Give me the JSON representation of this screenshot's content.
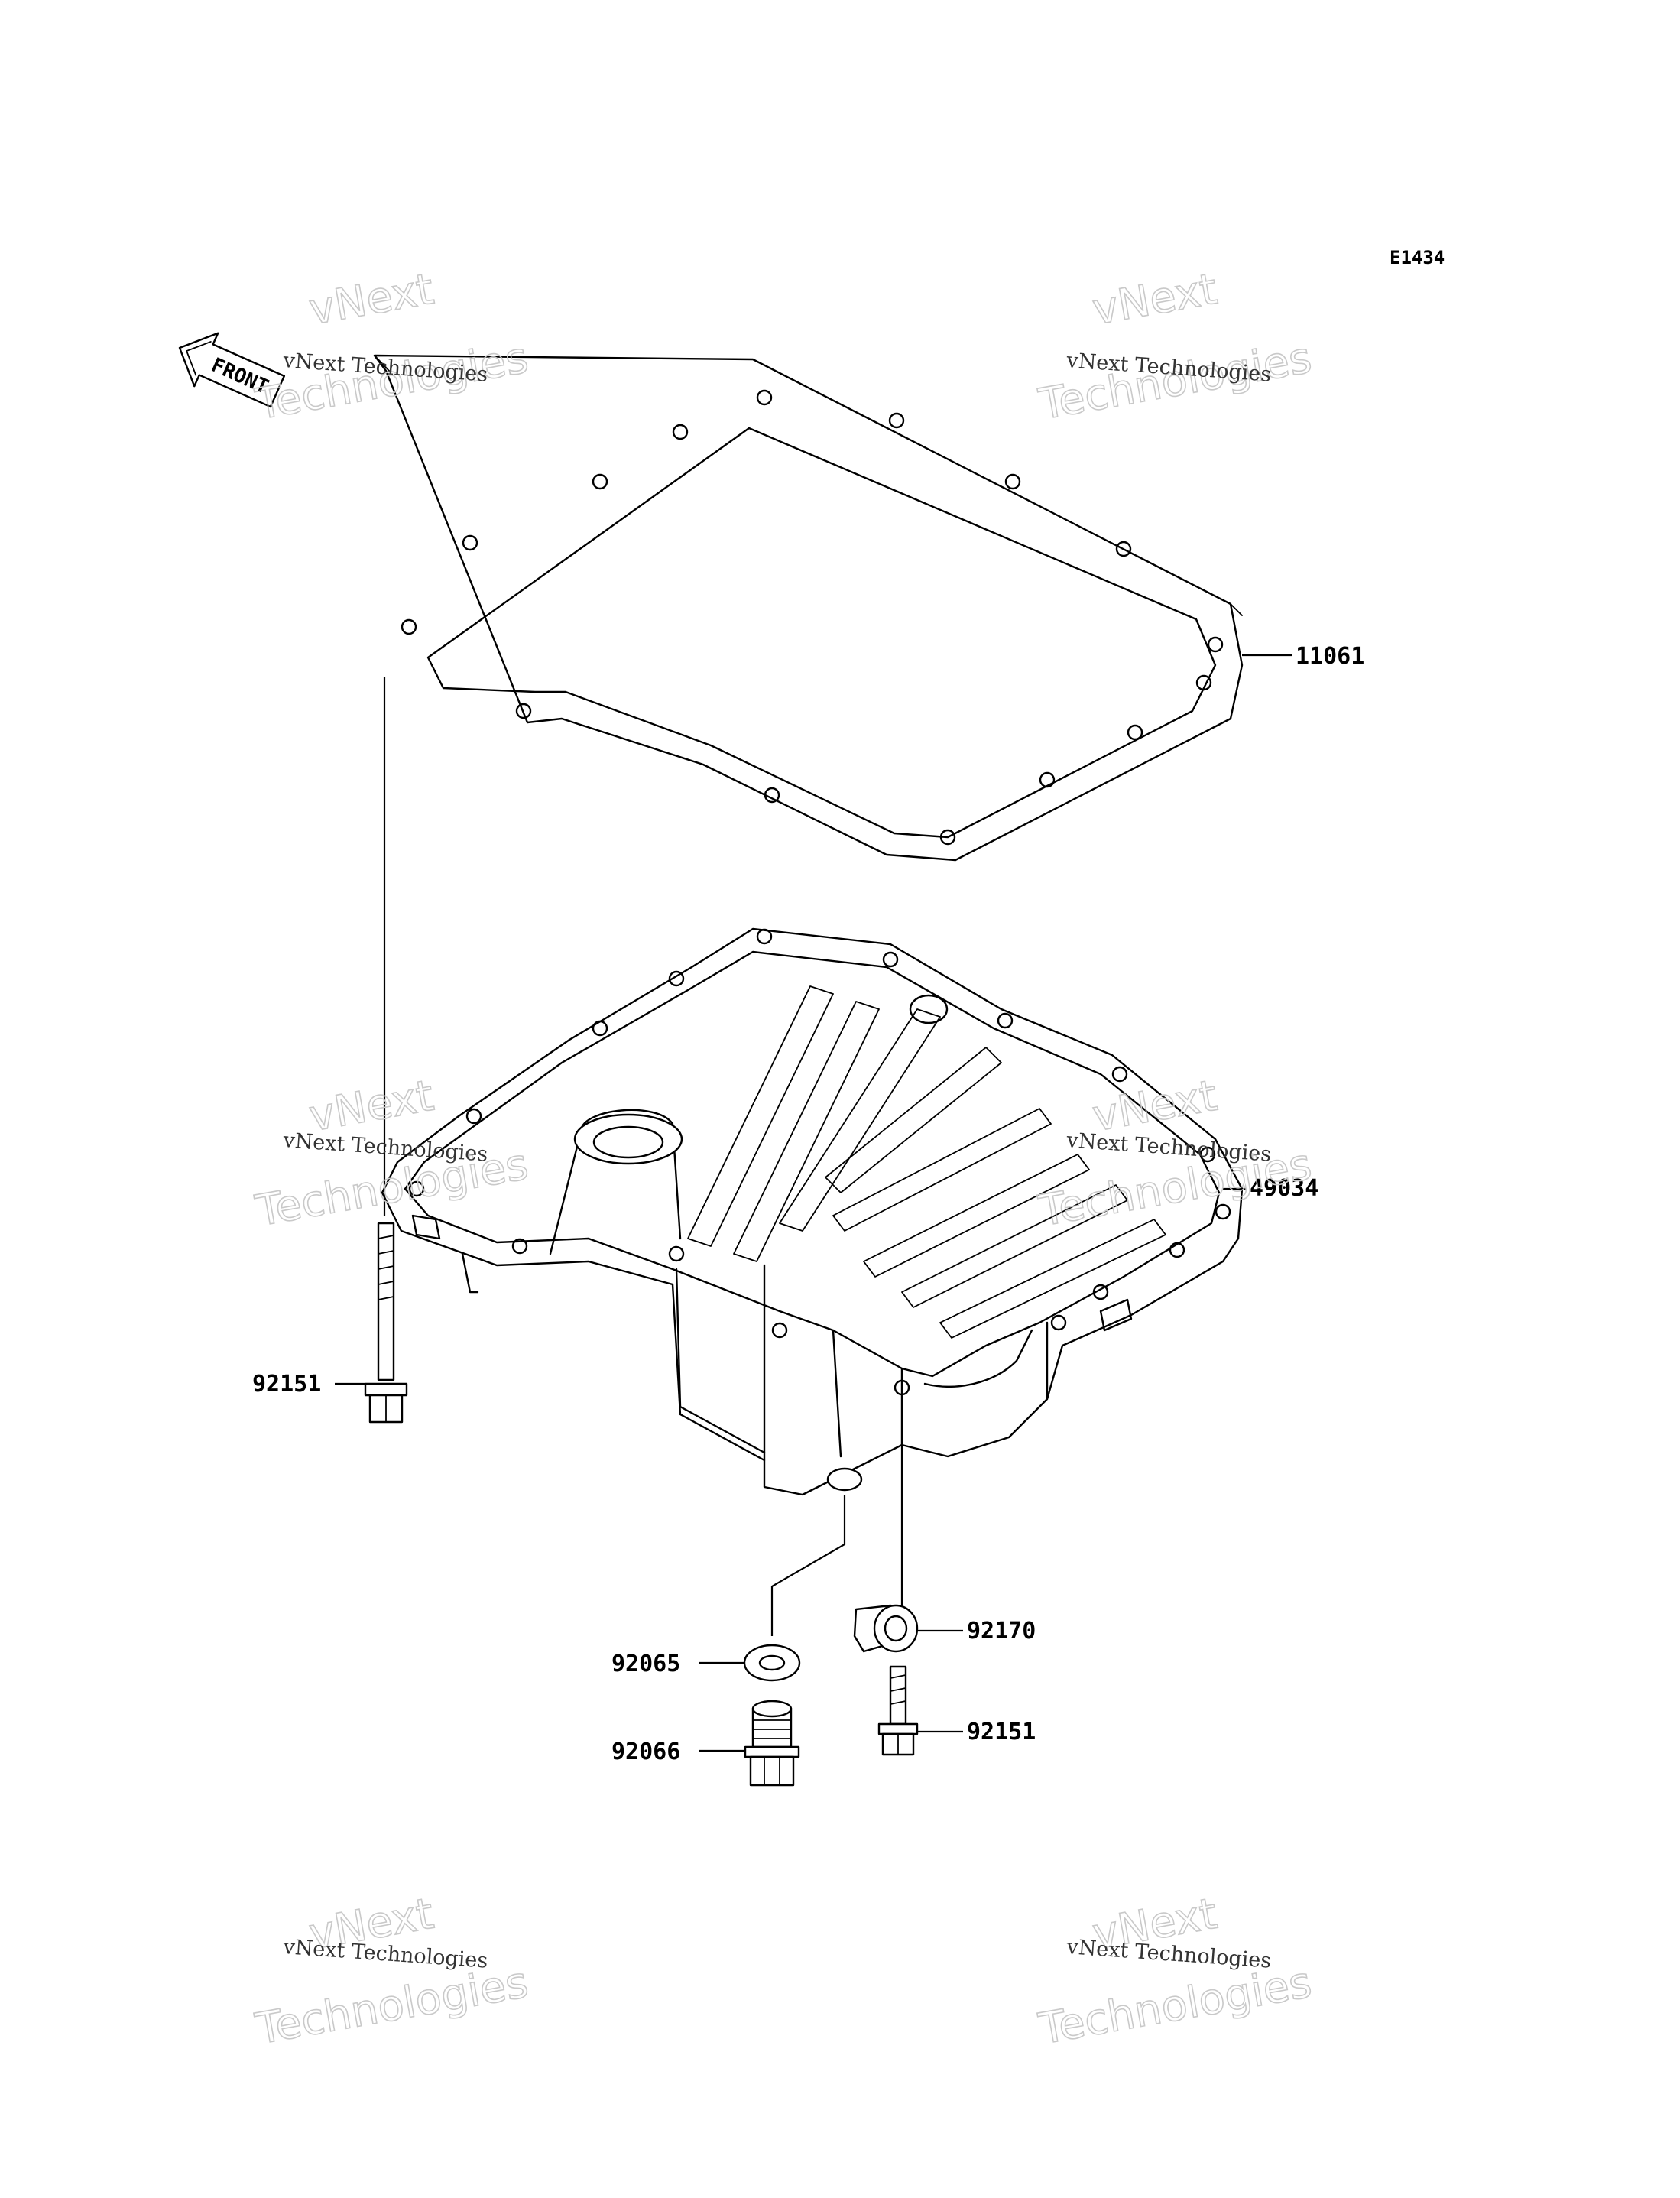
{
  "diagram_code": "E1434",
  "front_indicator": "FRONT",
  "parts": [
    {
      "id": "gasket",
      "number": "11061"
    },
    {
      "id": "oil-pan",
      "number": "49034"
    },
    {
      "id": "bolt-left",
      "number": "92151"
    },
    {
      "id": "clamp",
      "number": "92170"
    },
    {
      "id": "washer",
      "number": "92065"
    },
    {
      "id": "bolt-right",
      "number": "92151"
    },
    {
      "id": "drain-plug",
      "number": "92066"
    }
  ],
  "watermarks": [
    {
      "small": "vNext Technologies",
      "big_line1": "vNext",
      "big_line2": "Technologies"
    },
    {
      "small": "vNext Technologies",
      "big_line1": "vNext",
      "big_line2": "Technologies"
    },
    {
      "small": "vNext Technologies",
      "big_line1": "vNext",
      "big_line2": "Technologies"
    },
    {
      "small": "vNext Technologies",
      "big_line1": "vNext",
      "big_line2": "Technologies"
    },
    {
      "small": "vNext Technologies",
      "big_line1": "vNext",
      "big_line2": "Technologies"
    },
    {
      "small": "vNext Technologies",
      "big_line1": "vNext",
      "big_line2": "Technologies"
    }
  ]
}
